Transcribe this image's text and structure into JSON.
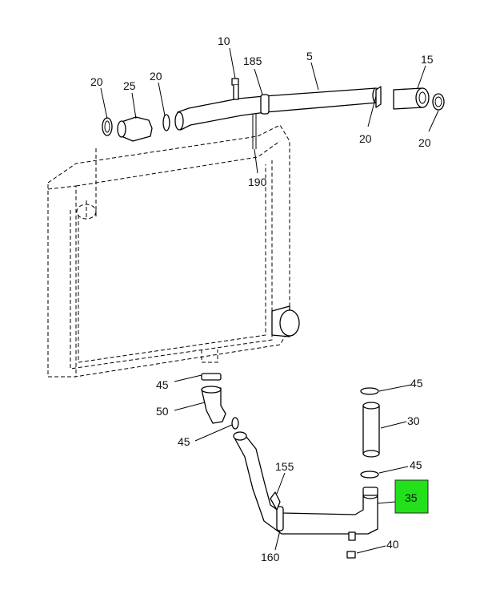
{
  "colors": {
    "line": "#000000",
    "background": "#ffffff",
    "highlight": "#22e01a"
  },
  "callouts": {
    "c10": "10",
    "c185": "185",
    "c5": "5",
    "c15": "15",
    "c20_a": "20",
    "c25": "25",
    "c20_b": "20",
    "c20_c": "20",
    "c20_d": "20",
    "c190": "190",
    "c45_a": "45",
    "c50": "50",
    "c45_b": "45",
    "c45_c": "45",
    "c30": "30",
    "c45_d": "45",
    "c155": "155",
    "c35": "35",
    "c40": "40",
    "c160": "160"
  }
}
